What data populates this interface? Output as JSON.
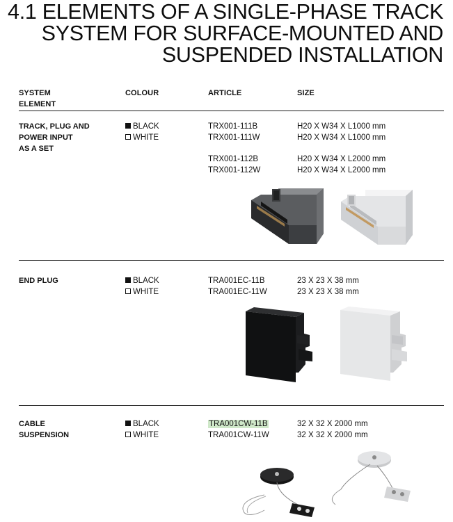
{
  "title": [
    "4.1 ELEMENTS OF A SINGLE-PHASE TRACK",
    "SYSTEM FOR SURFACE-MOUNTED AND",
    "SUSPENDED INSTALLATION"
  ],
  "headers": {
    "element": [
      "SYSTEM",
      "ELEMENT"
    ],
    "colour": "COLOUR",
    "article": "ARTICLE",
    "size": "SIZE"
  },
  "colours": {
    "black": "BLACK",
    "white": "WHITE",
    "black_hex": "#111111",
    "white_hex": "#ffffff",
    "highlight_hex": "#cfe8c9"
  },
  "rows": [
    {
      "element": [
        "TRACK, PLUG AND",
        "POWER INPUT",
        "AS A SET"
      ],
      "articles": [
        "TRX001-111B",
        "TRX001-111W",
        "TRX001-112B",
        "TRX001-112W"
      ],
      "sizes": [
        "H20 X W34 X L1000 mm",
        "H20 X W34 X L1000 mm",
        "H20 X W34 X L2000 mm",
        "H20 X W34 X L2000 mm"
      ]
    },
    {
      "element": [
        "END PLUG"
      ],
      "articles": [
        "TRA001EC-11B",
        "TRA001EC-11W"
      ],
      "sizes": [
        "23 X 23 X 38 mm",
        "23 X 23 X 38 mm"
      ]
    },
    {
      "element": [
        "CABLE",
        "SUSPENSION"
      ],
      "articles": [
        "TRA001CW-11B",
        "TRA001CW-11W"
      ],
      "sizes": [
        "32 X 32 X 2000 mm",
        "32 X 32 X 2000 mm"
      ]
    }
  ]
}
